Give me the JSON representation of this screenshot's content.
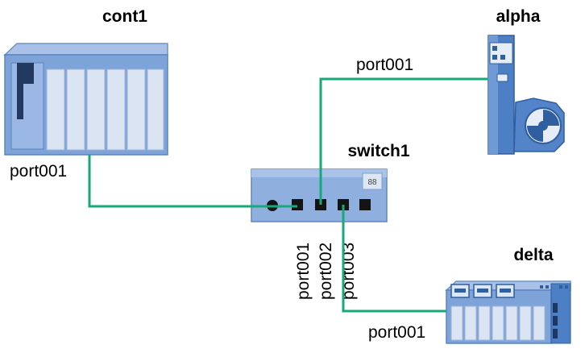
{
  "colors": {
    "link": "#17a97a",
    "device_blue": "#5f8fce",
    "device_light": "#d8e2f1",
    "device_dark": "#2d4f86",
    "port_black": "#141414"
  },
  "devices": {
    "cont1": {
      "name": "cont1",
      "port": "port001",
      "icon": "plc-controller-icon"
    },
    "alpha": {
      "name": "alpha",
      "port": "port001",
      "icon": "motor-drive-icon"
    },
    "switch1": {
      "name": "switch1",
      "badge": "88",
      "ports": [
        "port001",
        "port002",
        "port003"
      ],
      "icon": "network-switch-icon"
    },
    "delta": {
      "name": "delta",
      "port": "port001",
      "icon": "io-rack-icon"
    }
  }
}
